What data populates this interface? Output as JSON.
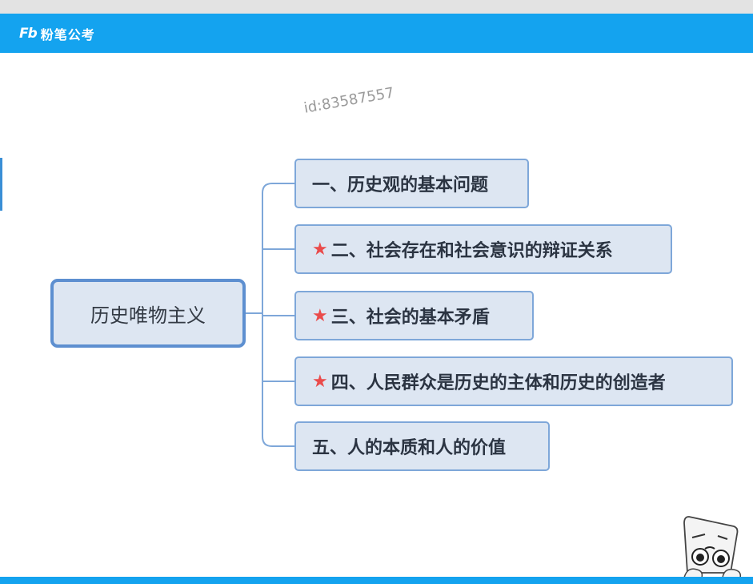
{
  "header": {
    "logo_mark": "Fb",
    "logo_text": "粉笔公考"
  },
  "watermark": "id:83587557",
  "mindmap": {
    "root": "历史唯物主义",
    "nodes": [
      {
        "label": "一、历史观的基本问题",
        "starred": false
      },
      {
        "label": "二、社会存在和社会意识的辩证关系",
        "starred": true
      },
      {
        "label": "三、社会的基本矛盾",
        "starred": true
      },
      {
        "label": "四、人民群众是历史的主体和历史的创造者",
        "starred": true
      },
      {
        "label": "五、人的本质和人的价值",
        "starred": false
      }
    ],
    "star_glyph": "★"
  },
  "colors": {
    "header": "#14a3ef",
    "node_fill": "#dde6f2",
    "node_border": "#7ea7d9",
    "root_border": "#5d8fd0",
    "star": "#ea4b4b"
  },
  "icons": [
    "fenbi-logo",
    "star-icon",
    "mascot-character"
  ]
}
